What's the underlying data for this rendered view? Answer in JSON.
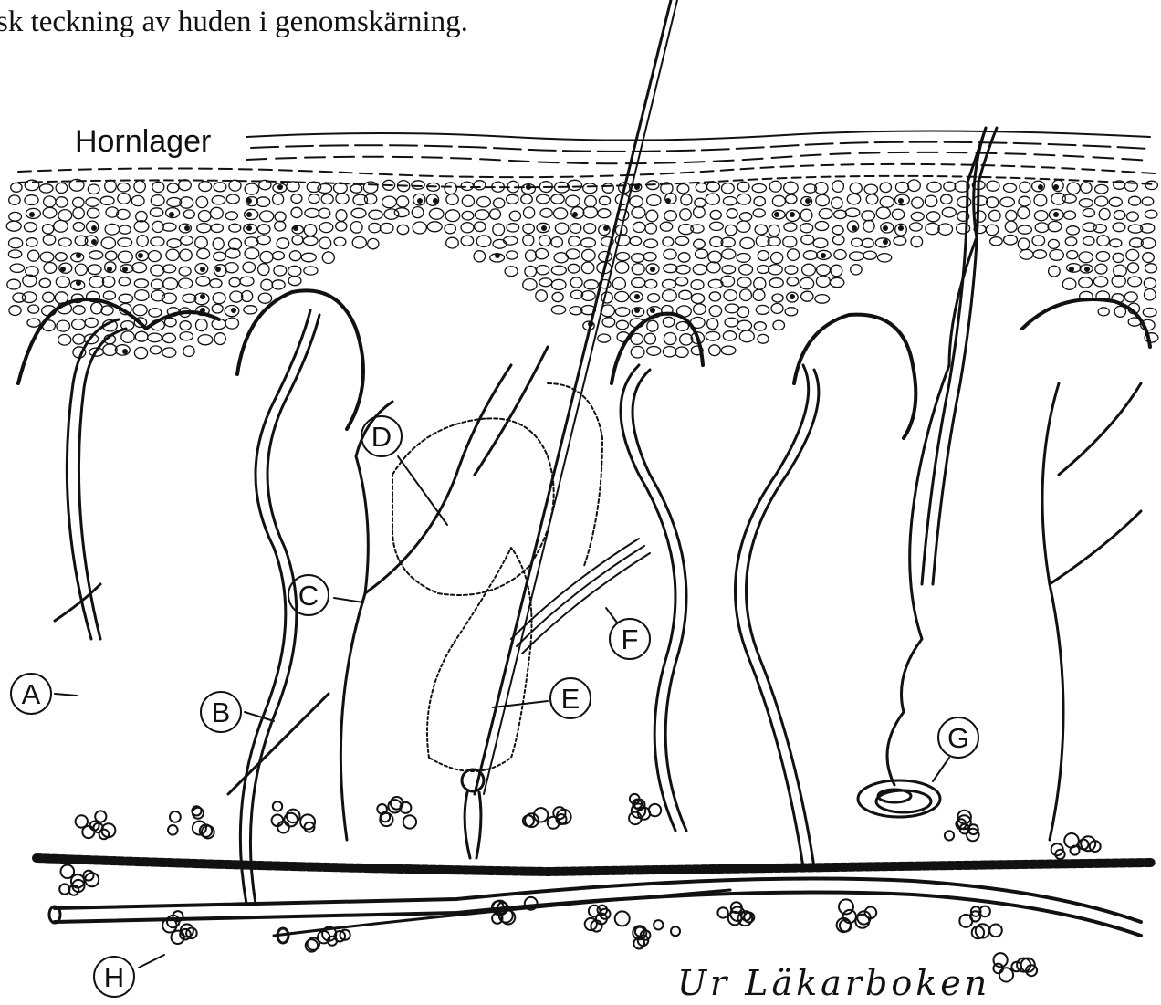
{
  "caption": "sk teckning av huden i genomskärning.",
  "layer_label": "Hornlager",
  "credit": "Ur Läkarboken",
  "markers": [
    {
      "letter": "A"
    },
    {
      "letter": "B"
    },
    {
      "letter": "C"
    },
    {
      "letter": "D"
    },
    {
      "letter": "E"
    },
    {
      "letter": "F"
    },
    {
      "letter": "G"
    },
    {
      "letter": "H"
    }
  ],
  "colors": {
    "ink": "#111111",
    "paper": "#ffffff"
  }
}
